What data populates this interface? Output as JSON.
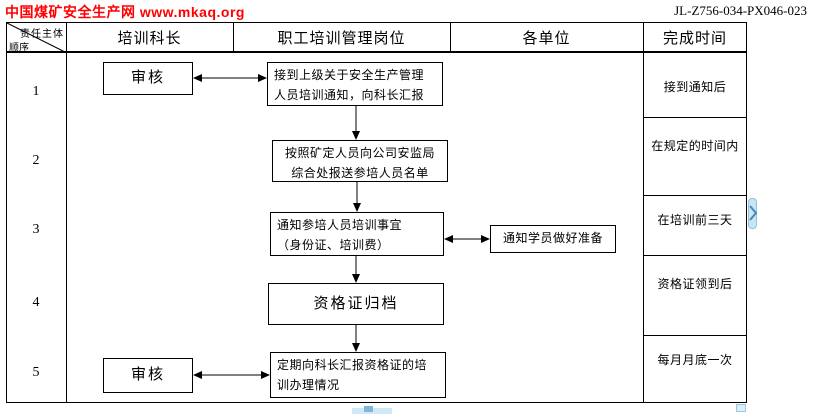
{
  "page": {
    "site_banner": "中国煤矿安全生产网 www.mkaq.org",
    "doc_number": "JL-Z756-034-PX046-023"
  },
  "table": {
    "corner": {
      "top_label": "责任主体",
      "bottom_label": "顺序"
    },
    "columns": {
      "col1": "培训科长",
      "col2": "职工培训管理岗位",
      "col3": "各单位",
      "col4": "完成时间"
    },
    "rows": [
      {
        "seq": "1",
        "time": "接到通知后"
      },
      {
        "seq": "2",
        "time": "在规定的时间内"
      },
      {
        "seq": "3",
        "time": "在培训前三天"
      },
      {
        "seq": "4",
        "time": "资格证领到后"
      },
      {
        "seq": "5",
        "time": "每月月底一次"
      }
    ]
  },
  "flow": {
    "review1": "审核",
    "step1": "接到上级关于安全生产管理人员培训通知，向科长汇报",
    "step2": "按照矿定人员向公司安监局综合处报送参培人员名单",
    "step3": "通知参培人员培训事宜\n（身份证、培训费）",
    "notify_units": "通知学员做好准备",
    "step4": "资格证归档",
    "review2": "审核",
    "step5": "定期向科长汇报资格证的培训办理情况"
  },
  "colors": {
    "banner_red": "#ff0000",
    "line_black": "#000000",
    "handle_blue": "#c9e5f4",
    "handle_arrow_blue": "#4a86b8"
  }
}
